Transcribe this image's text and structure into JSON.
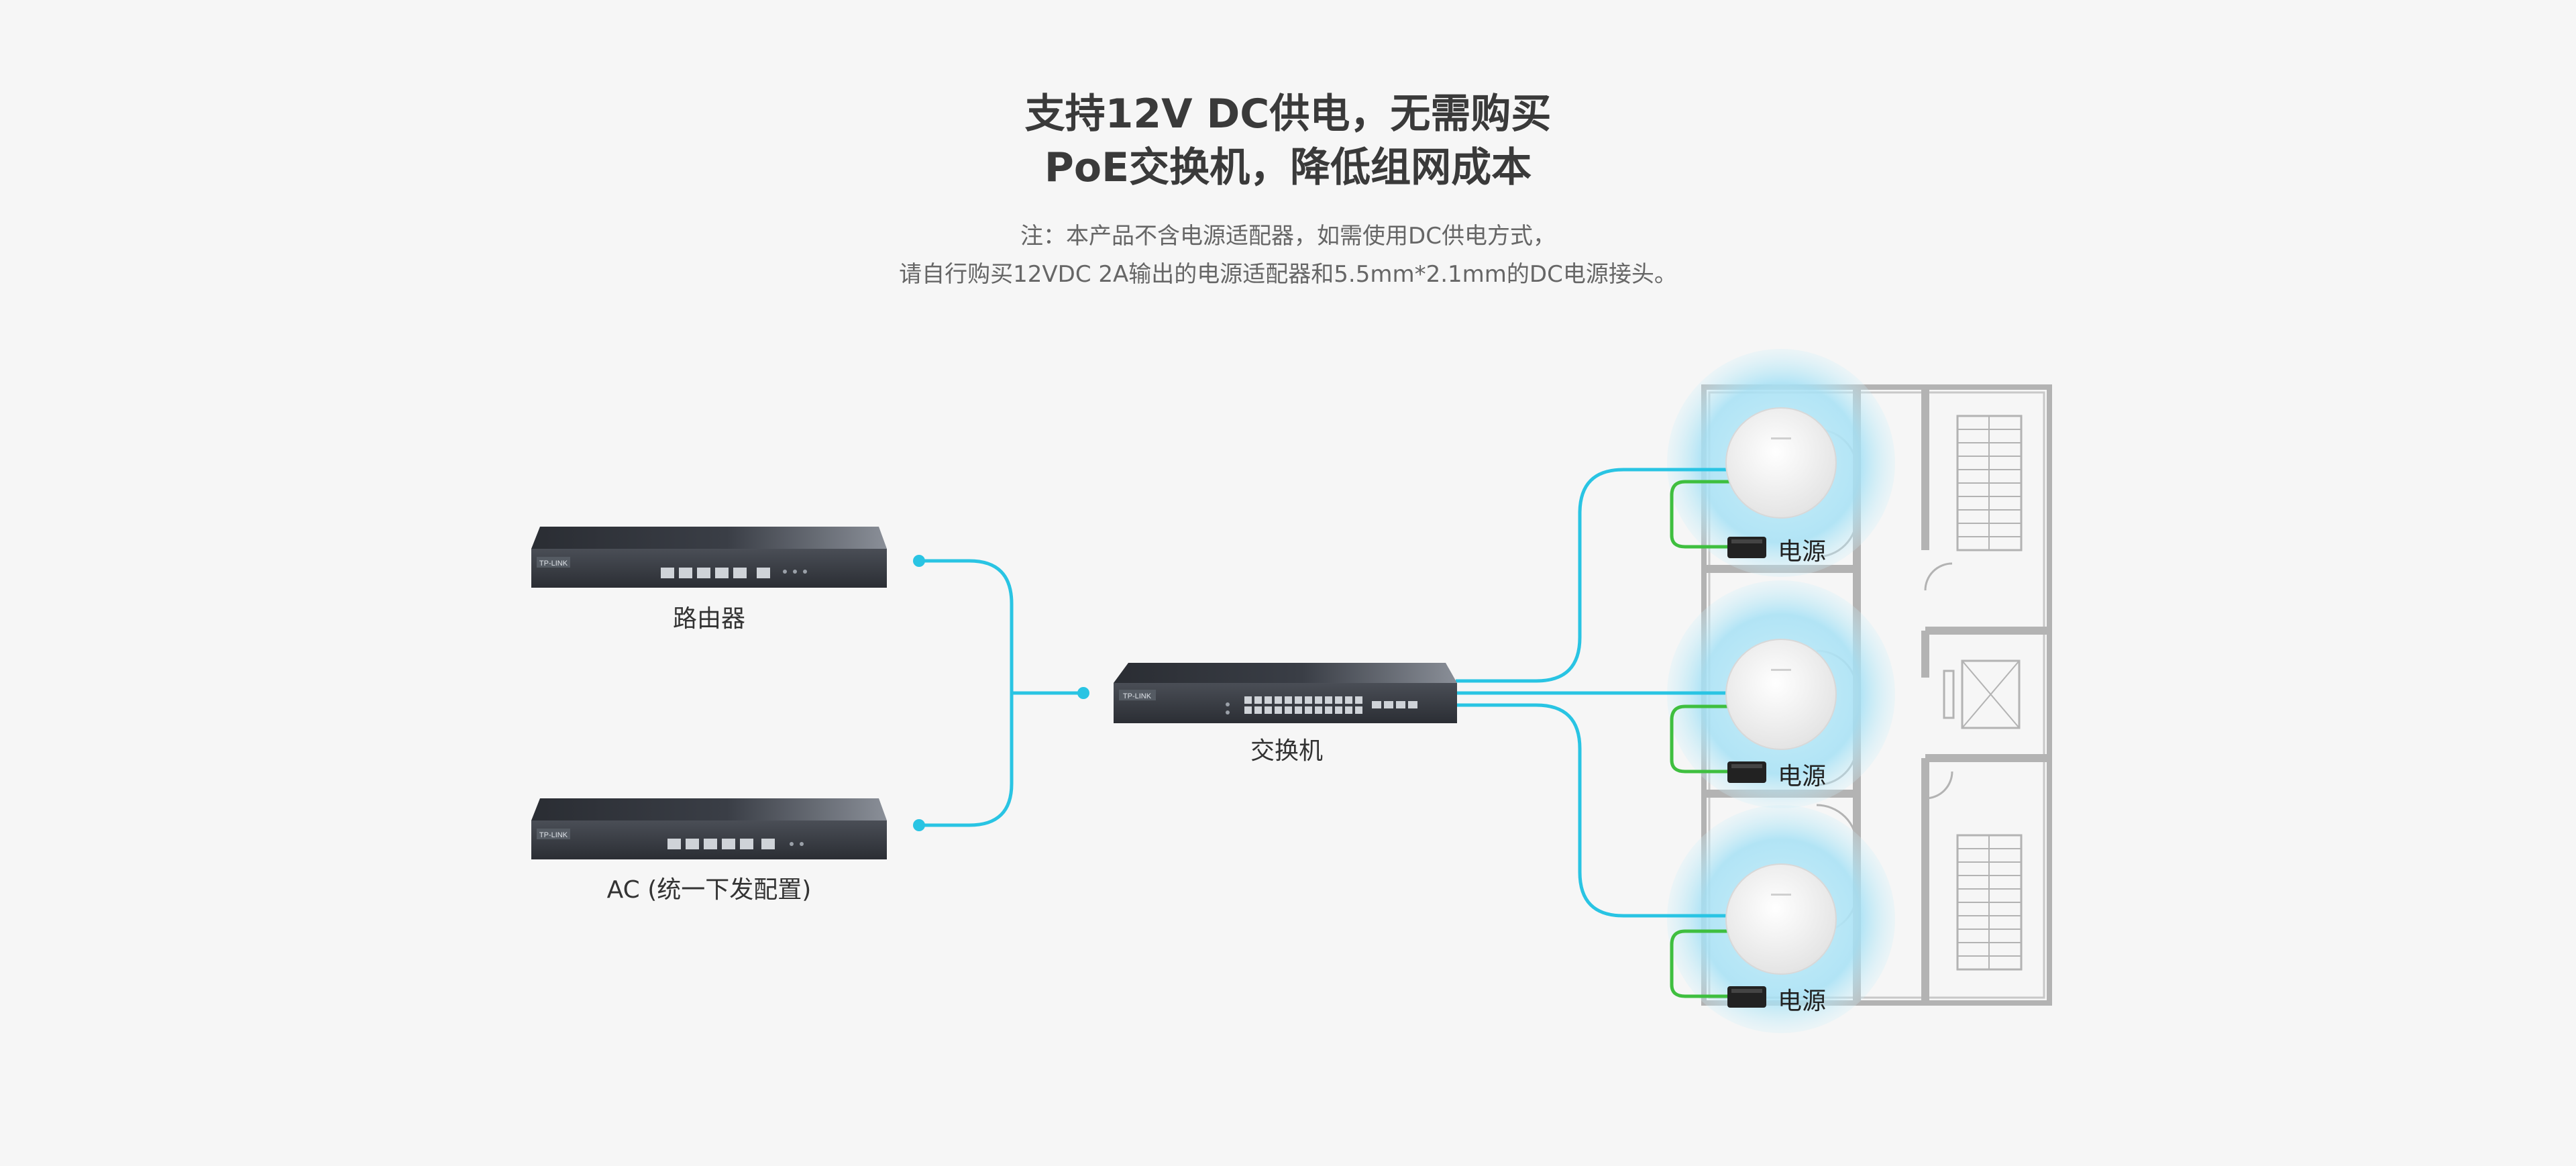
{
  "header": {
    "title_line1": "支持12V DC供电，无需购买",
    "title_line2": "PoE交换机，降低组网成本",
    "note_line1": "注：本产品不含电源适配器，如需使用DC供电方式，",
    "note_line2": "请自行购买12VDC 2A输出的电源适配器和5.5mm*2.1mm的DC电源接头。"
  },
  "devices": {
    "router": {
      "label": "路由器",
      "brand": "TP-LINK"
    },
    "ac": {
      "label": "AC (统一下发配置)",
      "brand": "TP-LINK"
    },
    "switch": {
      "label": "交换机",
      "brand": "TP-LINK"
    }
  },
  "access_points": [
    {
      "power_label": "电源"
    },
    {
      "power_label": "电源"
    },
    {
      "power_label": "电源"
    }
  ],
  "colors": {
    "background": "#f6f6f6",
    "link_cyan": "#29c4e3",
    "power_green": "#3fbf3f",
    "ap_glow": "#8fdcf2",
    "floorplan_gray": "#b3b3b3"
  },
  "icons": {
    "router": "router-icon",
    "ac": "access-controller-icon",
    "switch": "switch-icon",
    "ap": "ceiling-access-point-icon",
    "power": "power-adapter-icon",
    "building": "floor-plan"
  }
}
